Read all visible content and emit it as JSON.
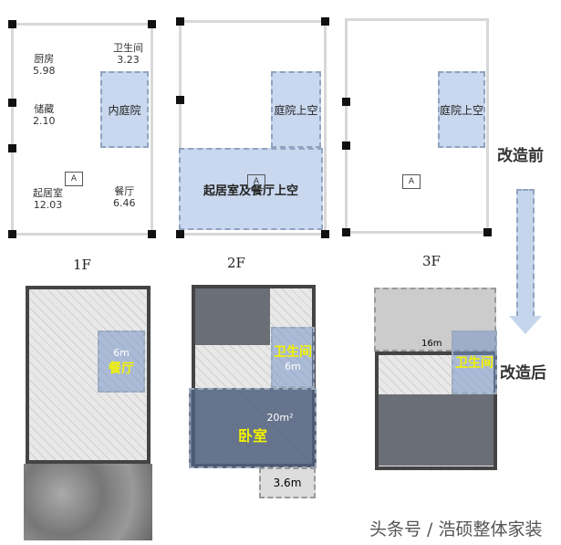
{
  "before": {
    "floor1": {
      "label": "1F",
      "rooms": [
        {
          "name": "厨房",
          "area": "5.98"
        },
        {
          "name": "卫生间",
          "area": "3.23"
        },
        {
          "name": "储藏",
          "area": "2.10"
        },
        {
          "name": "起居室",
          "area": "12.03"
        },
        {
          "name": "餐厅",
          "area": "6.46"
        }
      ],
      "highlight": "内庭院",
      "marker": "A"
    },
    "floor2": {
      "label": "2F",
      "highlight_small": "庭院上空",
      "highlight_large": "起居室及餐厅上空",
      "marker": "A"
    },
    "floor3": {
      "label": "3F",
      "highlight": "庭院上空",
      "marker": "A"
    },
    "caption": "改造前"
  },
  "after": {
    "floor1": {
      "room": "餐厅",
      "area": "6m"
    },
    "floor2": {
      "bath": "卫生间",
      "bath_area": "6m",
      "bedroom": "卧室",
      "bedroom_area": "20m²",
      "balcony_area": "3.6m"
    },
    "floor3": {
      "terrace_area": "16m",
      "bath": "卫生间"
    },
    "caption": "改造后"
  },
  "colors": {
    "highlight": "#c9d8ee",
    "arrow": "#c5d6ec",
    "label_yellow": "#f2f200"
  },
  "watermark": "头条号 / 浩硕整体家装"
}
